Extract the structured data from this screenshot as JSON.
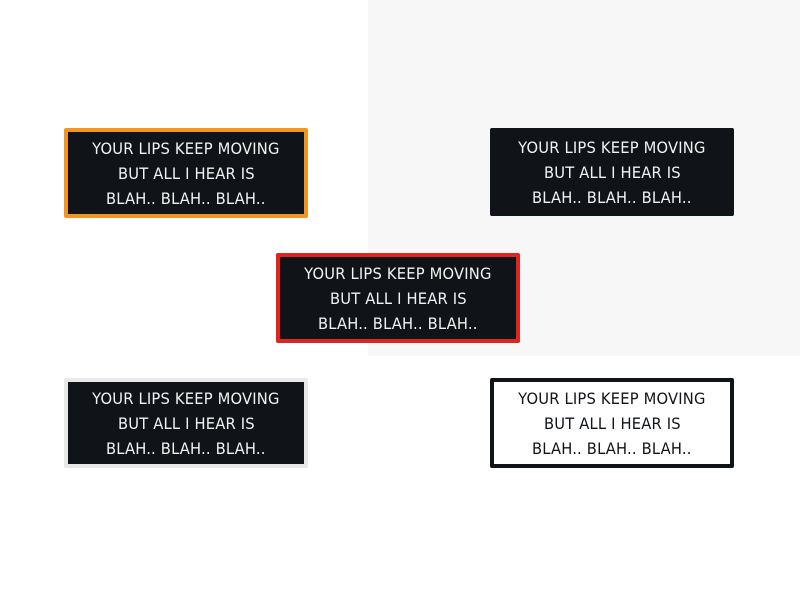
{
  "patch_text": {
    "line1": "YOUR LIPS KEEP MOVING",
    "line2": "BUT ALL I HEAR IS",
    "line3": "BLAH.. BLAH.. BLAH.."
  },
  "patches": [
    {
      "variant": "orange-border",
      "border": "#f0961e",
      "background": "#101418",
      "text": "#f2f2f2"
    },
    {
      "variant": "black-border",
      "border": "#101418",
      "background": "#101418",
      "text": "#f2f2f2"
    },
    {
      "variant": "red-border",
      "border": "#e0241e",
      "background": "#101418",
      "text": "#f2f2f2"
    },
    {
      "variant": "white-border",
      "border": "#e8e8e8",
      "background": "#101418",
      "text": "#f2f2f2"
    },
    {
      "variant": "white-background",
      "border": "#101418",
      "background": "#ffffff",
      "text": "#101418"
    }
  ]
}
